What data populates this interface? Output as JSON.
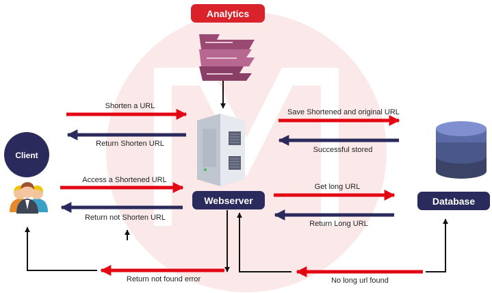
{
  "nodes": {
    "analytics": "Analytics",
    "client": "Client",
    "webserver": "Webserver",
    "database": "Database"
  },
  "edges": {
    "shorten_url": "Shorten a URL",
    "return_shorten_url": "Return Shorten URL",
    "access_shortened_url": "Access a Shortened URL",
    "return_not_shorten_url": "Return not Shorten URL",
    "save_shortened": "Save Shortened and original URL",
    "successful_stored": "Successful stored",
    "get_long_url": "Get long URL",
    "return_long_url": "Return Long URL",
    "return_not_found": "Return not found error",
    "no_long_url": "No long url found"
  },
  "colors": {
    "red": "#e30613",
    "navy": "#2b2a5c",
    "black": "#111111",
    "watermark": "#fbe9ea",
    "analytics_pill": "#d9222a",
    "aws_kinesis": "#9a4a72",
    "server_body": "#c9ced6",
    "db_top": "#7f8fd0",
    "db_body": "#3b4466"
  },
  "icons": {
    "analytics": "kinesis-stream-icon",
    "server": "server-tower-icon",
    "database": "database-cylinder-icon",
    "users": "user-group-icon"
  }
}
